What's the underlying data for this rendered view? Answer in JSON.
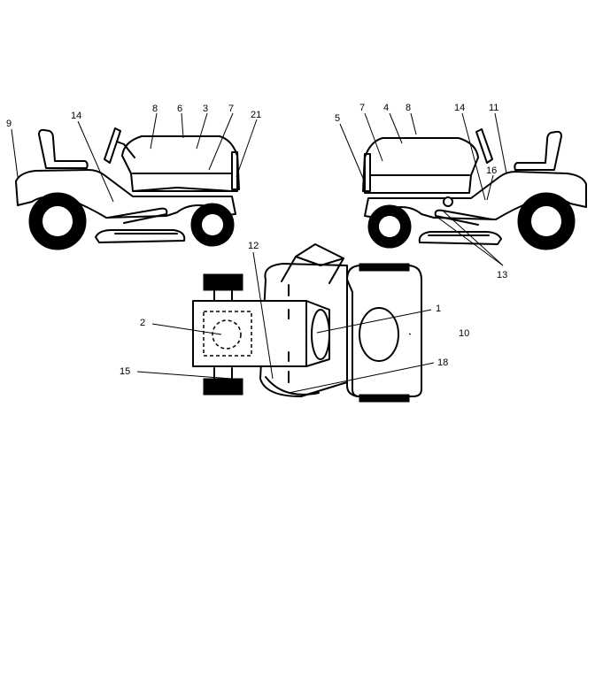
{
  "diagram": {
    "callouts_left": [
      "9",
      "14",
      "8",
      "6",
      "3",
      "7",
      "21"
    ],
    "callouts_right": [
      "5",
      "7",
      "4",
      "8",
      "14",
      "11",
      "16",
      "13"
    ],
    "callouts_top": [
      "12",
      "1",
      "10",
      "2",
      "15",
      "18"
    ]
  }
}
